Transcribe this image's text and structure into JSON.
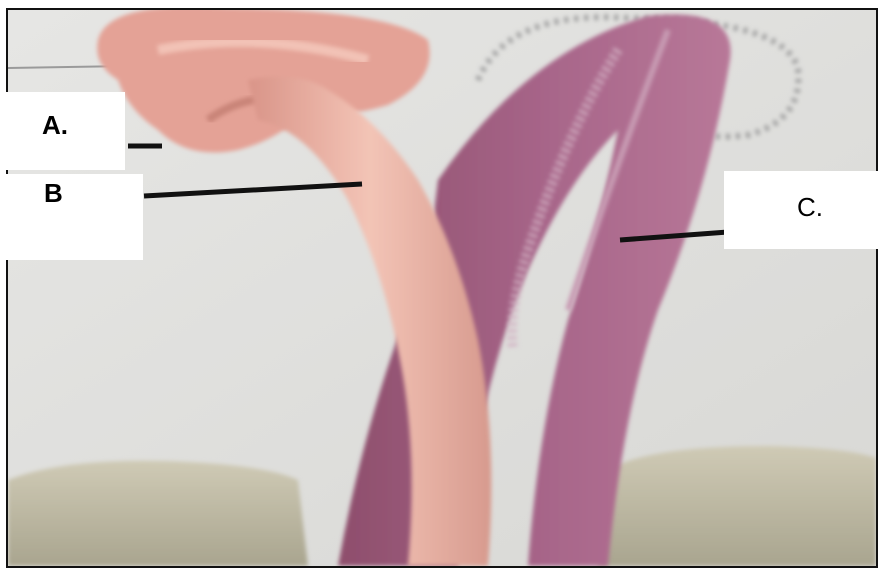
{
  "labels": {
    "a": "A.",
    "b": "B",
    "c": "C."
  },
  "colors": {
    "background": "#e2e2e0",
    "frame_border": "#111111",
    "tubule_pink": "#e7a79d",
    "muscle_mauve": "#a45f80",
    "tissue_base": "#c4bfa8",
    "leader_line": "#111111",
    "dashed_outline": "#9e9e9e"
  }
}
